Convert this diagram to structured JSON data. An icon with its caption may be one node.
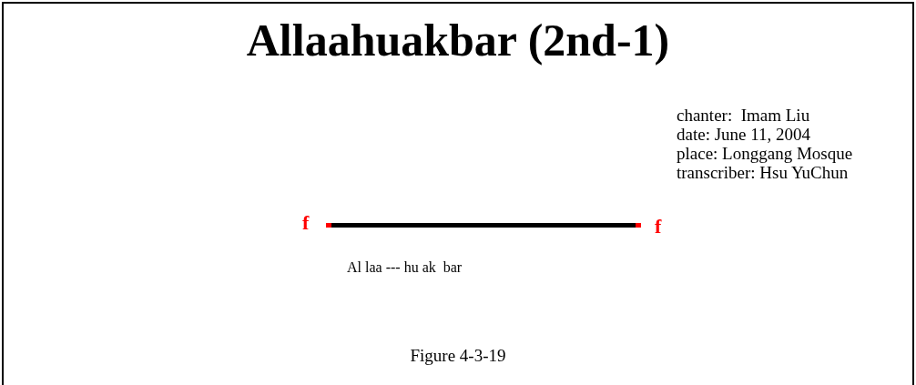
{
  "diagram": {
    "title": "Allaahuakbar (2nd-1)",
    "caption": "Figure 4-3-19",
    "labels": [
      "chanter:  Imam Liu",
      "date: June 11, 2004",
      "place: Longgang Mosque",
      "transcriber: Hsu YuChun",
      "f",
      "f",
      "Al laa --- hu ak  bar"
    ]
  }
}
